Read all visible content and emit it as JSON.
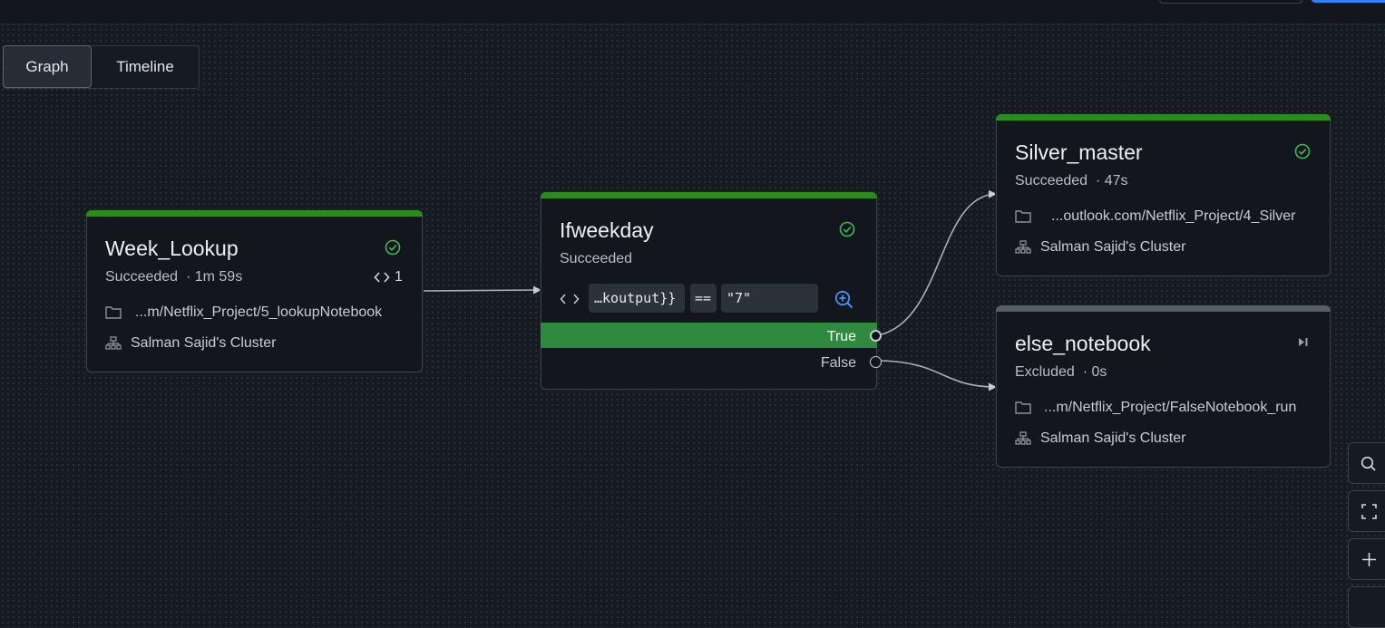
{
  "view_tabs": [
    {
      "label": "Graph",
      "selected": true
    },
    {
      "label": "Timeline",
      "selected": false
    }
  ],
  "nodes": {
    "week_lookup": {
      "title": "Week_Lookup",
      "status": "Succeeded",
      "duration": "· 1m 59s",
      "param_count": "1",
      "path": "...m/Netflix_Project/5_lookupNotebook",
      "cluster": "Salman Sajid's Cluster",
      "status_color": "#2d8a1d"
    },
    "ifweekday": {
      "title": "Ifweekday",
      "status": "Succeeded",
      "condition": {
        "left": "…koutput}}",
        "operator": "==",
        "right": "\"7\""
      },
      "true_label": "True",
      "false_label": "False",
      "status_color": "#2d8a1d"
    },
    "silver_master": {
      "title": "Silver_master",
      "status": "Succeeded",
      "duration": "· 47s",
      "path": "...outlook.com/Netflix_Project/4_Silver",
      "cluster": "Salman Sajid's Cluster",
      "status_color": "#2d8a1d"
    },
    "else_notebook": {
      "title": "else_notebook",
      "status": "Excluded",
      "duration": "· 0s",
      "path": "...m/Netflix_Project/FalseNotebook_run",
      "cluster": "Salman Sajid's Cluster",
      "status_color": "#575e66"
    }
  },
  "icons": {
    "success": "check-circle-icon",
    "excluded": "skip-icon",
    "folder": "folder-icon",
    "cluster": "cluster-icon",
    "parameters": "code-brackets-icon",
    "inspect": "zoom-plus-icon"
  },
  "side_tools": [
    "search-icon",
    "fit-view-icon",
    "zoom-in-icon"
  ],
  "colors": {
    "success_green": "#2d8a1d",
    "true_branch": "#2d8a3e",
    "accent_blue": "#2f81f7"
  }
}
